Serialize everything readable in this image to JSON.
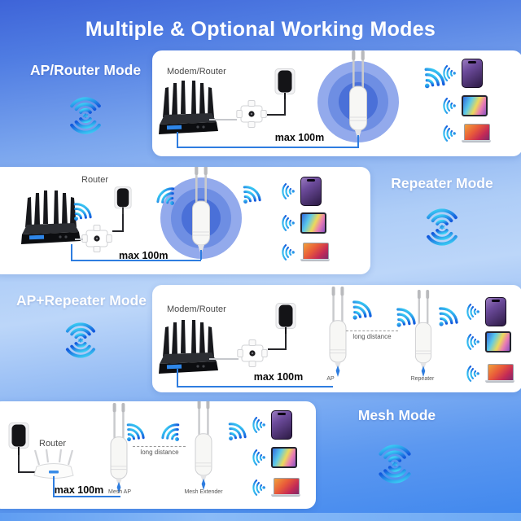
{
  "title": "Multiple & Optional Working Modes",
  "sections": {
    "ap_router": {
      "label": "AP/Router Mode",
      "source_label": "Modem/Router",
      "cable_label": "max 100m"
    },
    "repeater": {
      "label": "Repeater Mode",
      "source_label": "Router",
      "cable_label": "max 100m"
    },
    "ap_repeater": {
      "label": "AP+Repeater Mode",
      "source_label": "Modem/Router",
      "cable_label": "max 100m",
      "distance_label": "long distance",
      "node1_label": "AP",
      "node2_label": "Repeater"
    },
    "mesh": {
      "label": "Mesh Mode",
      "source_label": "Router",
      "cable_label": "max 100m",
      "distance_label": "long distance",
      "node1_label": "Mesh AP",
      "node2_label": "Mesh Extender"
    }
  },
  "device_icons": [
    "smartphone",
    "tablet",
    "laptop"
  ],
  "colors": {
    "title_text": "#ffffff",
    "cable_accent": "#2e7de0",
    "wifi_gradient_start": "#3fd9f6",
    "wifi_gradient_end": "#1259dd",
    "background_top": "#3e64d8",
    "background_light": "#bcd6f9",
    "background_bottom": "#3f87ee"
  }
}
